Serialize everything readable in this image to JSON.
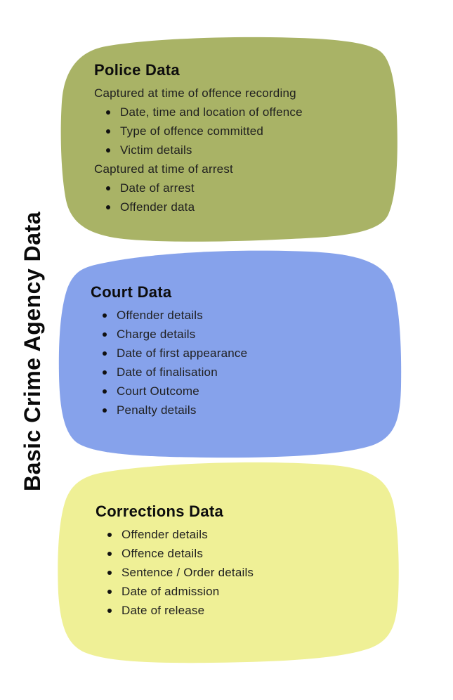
{
  "side_label": "Basic Crime Agency Data",
  "panels": [
    {
      "id": "police",
      "title": "Police Data",
      "color": "#a9b366",
      "sections": [
        {
          "heading": "Captured at time of offence recording",
          "items": [
            "Date, time and location of offence",
            "Type of offence committed",
            "Victim details"
          ]
        },
        {
          "heading": "Captured at time of arrest",
          "items": [
            "Date of arrest",
            "Offender data"
          ]
        }
      ]
    },
    {
      "id": "court",
      "title": "Court Data",
      "color": "#86a2eb",
      "sections": [
        {
          "heading": "",
          "items": [
            "Offender details",
            "Charge details",
            "Date of first appearance",
            "Date of finalisation",
            "Court Outcome",
            "Penalty details"
          ]
        }
      ]
    },
    {
      "id": "corrections",
      "title": "Corrections Data",
      "color": "#eff096",
      "sections": [
        {
          "heading": "",
          "items": [
            "Offender details",
            "Offence details",
            "Sentence / Order details",
            "Date of admission",
            "Date of release"
          ]
        }
      ]
    }
  ]
}
